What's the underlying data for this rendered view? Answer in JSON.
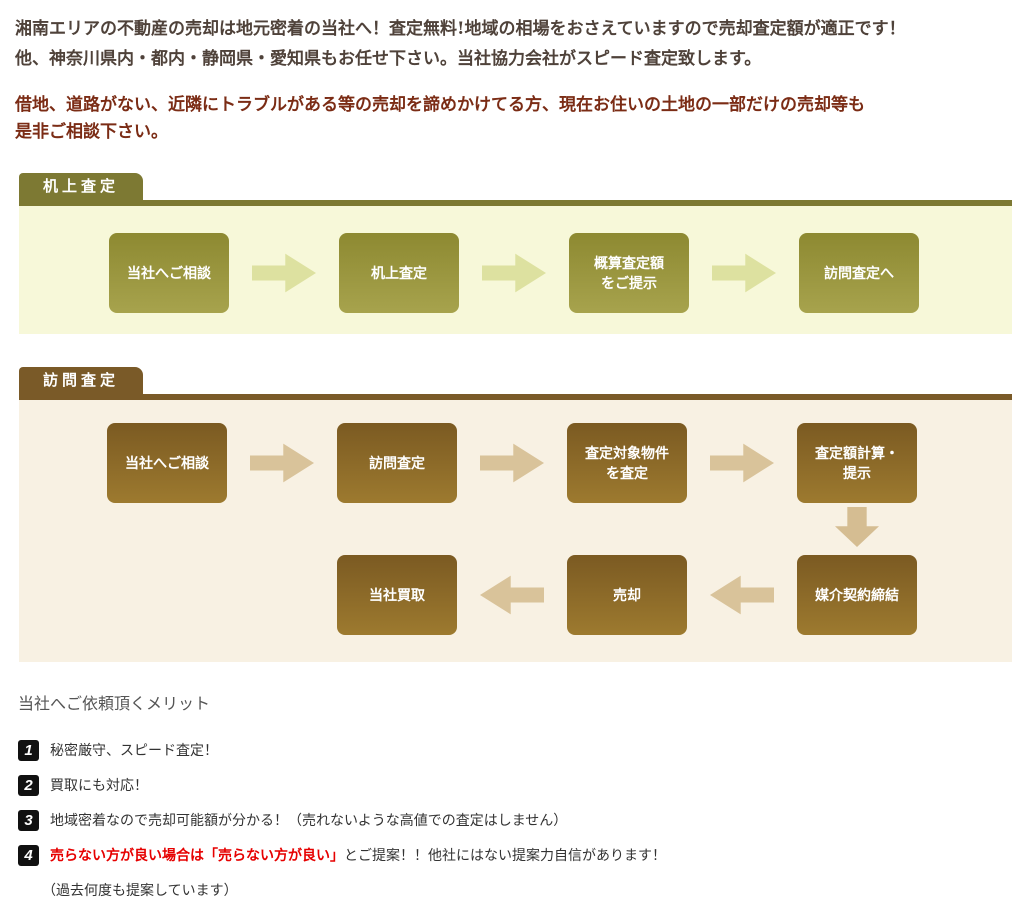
{
  "intro": {
    "line1": "湘南エリアの不動産の売却は地元密着の当社へ！査定無料!地域の相場をおさえていますので売却査定額が適正です！",
    "line2": "他、神奈川県内・都内・静岡県・愛知県もお任せ下さい。当社協力会社がスピード査定致します。"
  },
  "alert": {
    "line1": "借地、道路がない、近隣にトラブルがある等の売却を諦めかけてる方、現在お住いの土地の一部だけの売却等も",
    "line2": "是非ご相談下さい。"
  },
  "desk_section": {
    "tab_label": "机上査定",
    "steps": [
      "当社へご相談",
      "机上査定",
      "概算査定額\nをご提示",
      "訪問査定へ"
    ]
  },
  "visit_section": {
    "tab_label": "訪問査定",
    "row1": [
      "当社へご相談",
      "訪問査定",
      "査定対象物件\nを査定",
      "査定額計算・\n提示"
    ],
    "row2": [
      "当社買取",
      "売却",
      "媒介契約締結"
    ]
  },
  "merits": {
    "heading": "当社へご依頼頂くメリット",
    "items": [
      {
        "number": "1",
        "text": "秘密厳守、スピード査定！"
      },
      {
        "number": "2",
        "text": "買取にも対応！"
      },
      {
        "number": "3",
        "text": "地域密着なので売却可能額が分かる！（売れないような高値での査定はしません）"
      },
      {
        "number": "4",
        "text_red": "売らない方が良い場合は「売らない方が良い」",
        "text_rest": "とご提案！！他社にはない提案力自信があります！",
        "text_line2": "（過去何度も提案しています）"
      }
    ]
  },
  "colors": {
    "intro_text": "#4f423a",
    "alert_text": "#7b2c15",
    "desk_tab": "#7d7933",
    "desk_panel": "#f7f8d9",
    "desk_box_top": "#8d8931",
    "desk_box_bottom": "#a7a34d",
    "desk_arrow": "#dde1a0",
    "visit_tab": "#7a5a28",
    "visit_panel": "#f8f1e3",
    "visit_box_top": "#7b5a22",
    "visit_box_bottom": "#9d7a2f",
    "visit_arrow": "#d9c39a",
    "badge_bg": "#111111",
    "highlight_red": "#e60000"
  }
}
